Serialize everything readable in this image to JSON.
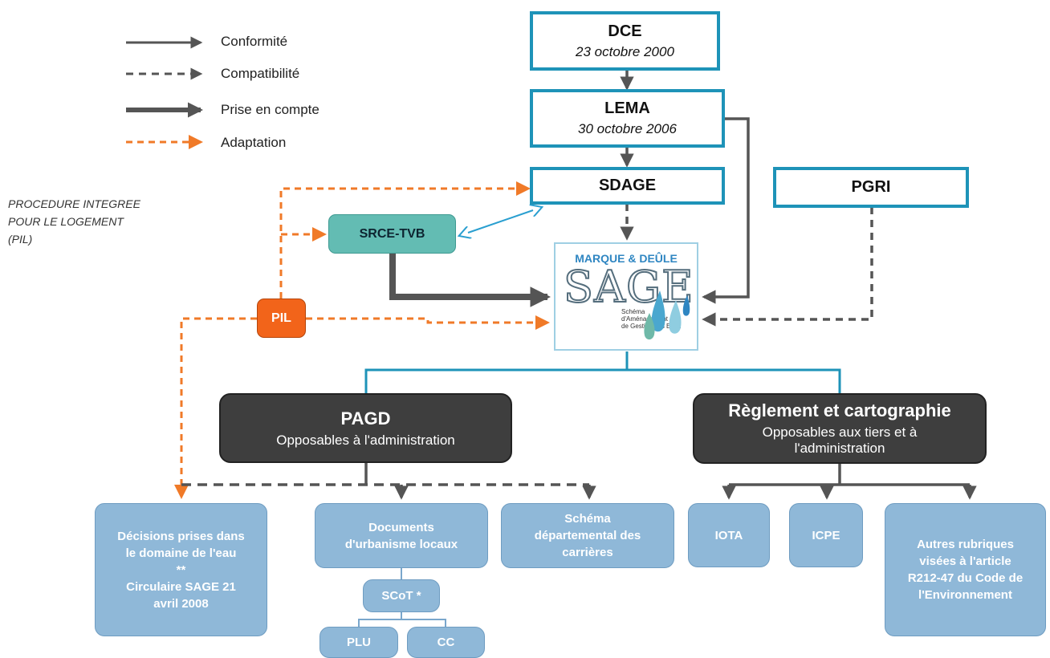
{
  "legend": [
    {
      "label": "Conformité",
      "style": "solid"
    },
    {
      "label": "Compatibilité",
      "style": "dashed"
    },
    {
      "label": "Prise en compte",
      "style": "thick"
    },
    {
      "label": "Adaptation",
      "style": "orange-dashed"
    }
  ],
  "pil_caption": [
    "PROCEDURE INTEGREE",
    "POUR LE LOGEMENT",
    "(PIL)"
  ],
  "nodes": {
    "dce": {
      "title": "DCE",
      "date": "23 octobre 2000"
    },
    "lema": {
      "title": "LEMA",
      "date": "30 octobre 2006"
    },
    "sdage": {
      "title": "SDAGE"
    },
    "pgri": {
      "title": "PGRI"
    },
    "srce": {
      "title": "SRCE-TVB"
    },
    "pil": {
      "title": "PIL"
    },
    "sage_logo": {
      "title": "MARQUE & DEÛLE",
      "word": "SAGE",
      "subtitle": [
        "Schéma",
        "d'Aménagement et",
        "de Gestion des Eaux"
      ]
    },
    "pagd": {
      "title": "PAGD",
      "subtitle": "Opposables à l'administration"
    },
    "reglement": {
      "title": "Règlement et cartographie",
      "subtitle": [
        "Opposables aux tiers et à",
        "l'administration"
      ]
    },
    "decisions": {
      "lines": [
        "Décisions prises dans",
        "le domaine de l'eau",
        "**",
        "Circulaire SAGE 21",
        "avril 2008"
      ]
    },
    "documents": {
      "lines": [
        "Documents",
        "d'urbanisme locaux"
      ]
    },
    "schema": {
      "lines": [
        "Schéma",
        "départemental des",
        "carrières"
      ]
    },
    "iota": {
      "title": "IOTA"
    },
    "icpe": {
      "title": "ICPE"
    },
    "autres": {
      "lines": [
        "Autres rubriques",
        "visées à l'article",
        "R212-47 du Code de",
        "l'Environnement"
      ]
    },
    "scot": {
      "title": "SCoT *"
    },
    "plu": {
      "title": "PLU"
    },
    "cc": {
      "title": "CC"
    }
  },
  "colors": {
    "gray_arrow": "#555555",
    "orange_arrow": "#f07a28",
    "blue_border": "#1e93b8",
    "teal": "#63bcb3",
    "dark_box": "#3e3e3e",
    "light_blue_box": "#8fb8d8"
  }
}
